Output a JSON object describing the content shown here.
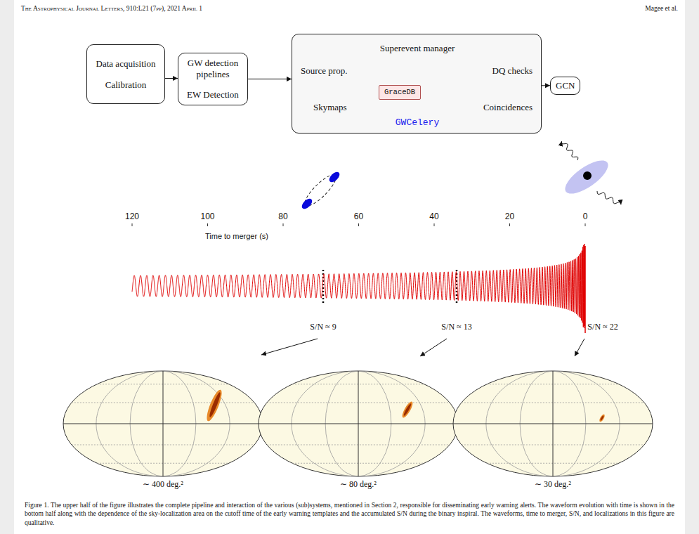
{
  "diagram": {
    "caption": "Figure 1. The upper half of the figure illustrates the complete pipeline and interaction of the various (sub)systems, mentioned in Section 2, responsible for disseminating early warning alerts. The waveform evolution with time is shown in the bottom half along with the dependence of the sky-localization area on the cutoff time of the early warning templates and the accumulated S/N during the binary inspiral. The waveforms, time to merger, S/N, and localizations in this figure are qualitative.",
    "nodes": [
      {
        "text": [
          "Data acquisition",
          "Calibration"
        ]
      },
      {
        "text": [
          "GW detection pipelines",
          "EW Detection"
        ]
      },
      {
        "text": [
          "Superevent manager",
          "Source prop.",
          "DQ checks",
          "Skymaps",
          "Coincidences",
          "GWCelery"
        ]
      },
      {
        "text": [
          "GraceDB"
        ],
        "in": 2
      },
      {
        "text": [
          "GCN"
        ]
      }
    ],
    "edges": [
      {
        "from": 0,
        "to": 1,
        "arrow": "to"
      },
      {
        "from": 1,
        "to": 2,
        "arrow": "to"
      },
      {
        "from": 2,
        "to": 4,
        "arrow": "to"
      }
    ],
    "labels": [
      "The Astrophysical Journal Letters, 910:L21 (7pp), 2021 April 1",
      "Magee et al.",
      "120",
      "100",
      "80",
      "60",
      "40",
      "20",
      "0",
      "Time to merger (s)",
      "S/N ≈ 9",
      "S/N ≈ 13",
      "S/N ≈ 22",
      "∼ 400 deg.²",
      "∼ 80 deg.²",
      "∼ 30 deg.²"
    ]
  }
}
